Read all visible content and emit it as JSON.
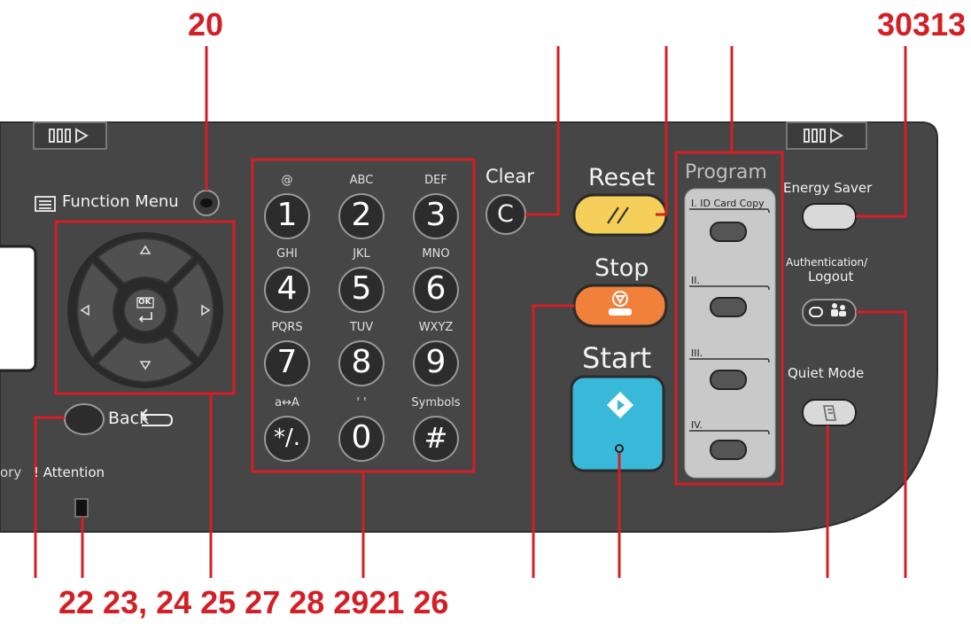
{
  "callouts": {
    "top_left": "20",
    "top_right": "30313",
    "bottom": "22 23, 24 25 27 28 2921 26"
  },
  "labels": {
    "function_menu": "Function Menu",
    "back": "Back",
    "attention": "! Attention",
    "memory_partial": "ory",
    "clear": "Clear",
    "reset": "Reset",
    "stop": "Stop",
    "start": "Start",
    "program": "Program",
    "energy_saver": "Energy Saver",
    "authentication_line1": "Authentication/",
    "authentication_line2": "Logout",
    "quiet_mode": "Quiet Mode",
    "ok": "OK"
  },
  "program_slots": [
    "I. ID Card Copy",
    "II.",
    "III.",
    "IV."
  ],
  "keypad": {
    "keys": [
      "1",
      "2",
      "3",
      "4",
      "5",
      "6",
      "7",
      "8",
      "9",
      "*/.",
      "0",
      "#"
    ],
    "letters": [
      "@",
      "ABC",
      "DEF",
      "GHI",
      "JKL",
      "MNO",
      "PQRS",
      "TUV",
      "WXYZ",
      "a↔A",
      "' '",
      "Symbols"
    ]
  },
  "colors": {
    "callout": "#d31f26",
    "panel": "#454545",
    "reset_button": "#f6cf5a",
    "stop_button": "#f0803a",
    "start_button": "#39b9d9",
    "program_panel": "#c9c9c9"
  }
}
